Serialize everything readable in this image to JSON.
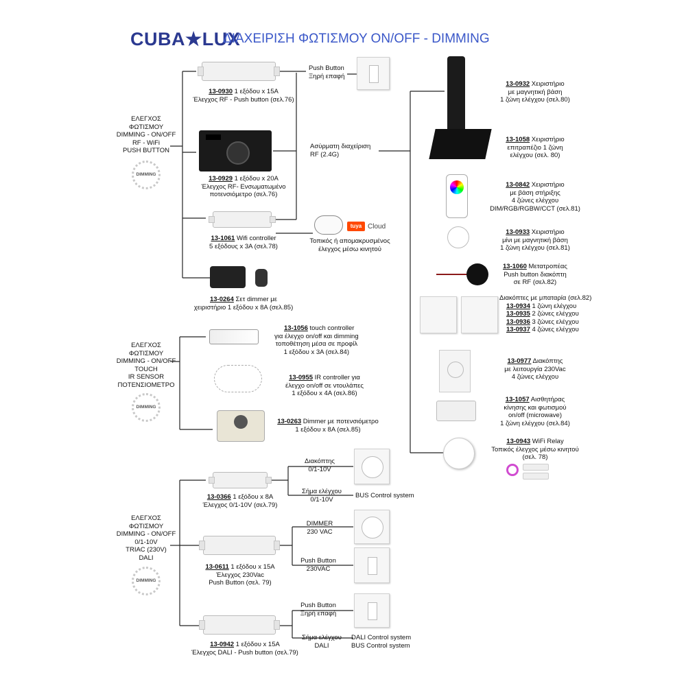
{
  "header": {
    "brand": "CUBA★LUX",
    "title": "ΔΙΑΧΕΙΡΙΣΗ ΦΩΤΙΣΜΟΥ ON/OFF - DIMMING"
  },
  "badge_label": "DIMMING",
  "groups": [
    {
      "lines": [
        "ΕΛΕΓΧΟΣ",
        "ΦΩΤΙΣΜΟΥ",
        "DIMMING - ON/OFF",
        "RF - WiFi",
        "PUSH BUTTON"
      ]
    },
    {
      "lines": [
        "ΕΛΕΓΧΟΣ",
        "ΦΩΤΙΣΜΟΥ",
        "DIMMING - ON/OFF",
        "TOUCH",
        "IR SENSOR",
        "ΠΟΤΕΝΣΙΟΜΕΤΡΟ"
      ]
    },
    {
      "lines": [
        "ΕΛΕΓΧΟΣ",
        "ΦΩΤΙΣΜΟΥ",
        "DIMMING - ON/OFF",
        "0/1-10V",
        "TRIAC (230V)",
        "DALI"
      ]
    }
  ],
  "products": [
    {
      "code": "13-0930",
      "l1": " 1 εξόδου x 15A",
      "l2": "Έλεγχος RF - Push button (σελ.76)"
    },
    {
      "code": "13-0929",
      "l1": " 1 εξόδου x 20A",
      "l2": "Έλεγχος RF- Ενσωματωμένο",
      "l3": "ποτενσιόμετρο (σελ.76)"
    },
    {
      "code": "13-1061",
      "l1": " Wifi controller",
      "l2": "5 εξόδους x 3A (σελ.78)"
    },
    {
      "code": "13-0264",
      "l1": " Σετ dimmer με",
      "l2": "χειριστήριο 1 εξόδου x 8A (σελ.85)"
    },
    {
      "code": "13-1056",
      "l1": " touch controller",
      "l2": "για έλεγχο on/off και dimming",
      "l3": "τοποθέτηση μέσα σε προφίλ",
      "l4": "1 εξόδου x 3A (σελ.84)"
    },
    {
      "code": "13-0955",
      "l1": " IR controller για",
      "l2": "έλεγχο on/off σε ντουλάπες",
      "l3": "1 εξόδου x 4A (σελ.86)"
    },
    {
      "code": "13-0263",
      "l1": " Dimmer με ποτενσιόμετρο",
      "l2": "1 εξόδου x 8A (σελ.85)"
    },
    {
      "code": "13-0366",
      "l1": " 1 εξόδου x 8A",
      "l2": "Έλεγχος 0/1-10V (σελ.79)"
    },
    {
      "code": "13-0611",
      "l1": " 1 εξόδου x 15A",
      "l2": "Έλεγχος 230Vac",
      "l3": "Push Button (σελ. 79)"
    },
    {
      "code": "13-0942",
      "l1": " 1 εξόδου x 15A",
      "l2": "Έλεγχος DALI - Push button (σελ.79)"
    }
  ],
  "connections": {
    "push_button": [
      "Push Button",
      "Ξηρή επαφή"
    ],
    "wireless": [
      "Ασύρματη διαχείριση",
      "RF (2.4G)"
    ],
    "tuya": "Cloud",
    "tuya_brand": "tuya",
    "remote_mobile": [
      "Τοπικός ή απομακρυσμένος",
      "έλεγχος μέσω κινητού"
    ],
    "switch_010": [
      "Διακόπτης",
      "0/1-10V"
    ],
    "signal_010": [
      "Σήμα ελέγχου",
      "0/1-10V"
    ],
    "bus": "BUS Control system",
    "dimmer_230": [
      "DIMMER",
      "230 VAC"
    ],
    "push_230": [
      "Push Button",
      "230VAC"
    ],
    "push_dali": [
      "Push Button",
      "Ξηρή επαφή"
    ],
    "signal_dali": [
      "Σήμα ελέγχου",
      "DALI"
    ],
    "dali_systems": [
      "DALI Control system",
      "BUS Control system"
    ]
  },
  "remotes": [
    {
      "code": "13-0932",
      "l1": " Χειριστήριο",
      "l2": "με μαγνητική βάση",
      "l3": "1 ζώνη ελέγχου (σελ.80)"
    },
    {
      "code": "13-1058",
      "l1": " Χειριστήριο",
      "l2": "επιτραπέζιο 1 ζώνη",
      "l3": "ελέγχου (σελ. 80)"
    },
    {
      "code": "13-0842",
      "l1": " Χειριστήριο",
      "l2": "με βάση στήριξης",
      "l3": "4 ζώνες ελέγχου",
      "l4": "DIM/RGB/RGBW/CCT (σελ.81)"
    },
    {
      "code": "13-0933",
      "l1": " Χειριστήριο",
      "l2": "μίνι με μαγνητική βάση",
      "l3": "1 ζώνη ελέγχου (σελ.81)"
    },
    {
      "code": "13-1060",
      "l1": " Μετατροπέας",
      "l2": "Push button διακόπτη",
      "l3": "σε RF (σελ.82)"
    },
    {
      "code": "13-0977",
      "l1": " Διακόπτης",
      "l2": "με λειτουργία 230Vac",
      "l3": "4 ζώνες ελέγχου"
    },
    {
      "code": "13-1057",
      "l1": " Αισθητήρας",
      "l2": "κίνησης και φωτισμού",
      "l3": "on/off (microwave)",
      "l4": "1 ζώνη ελέγχου (σελ.84)"
    },
    {
      "code": "13-0943",
      "l1": " WiFi Relay",
      "l2": "Τοπικός έλεγχος μέσω κινητού",
      "l3": "(σελ. 78)"
    }
  ],
  "battery_switches": {
    "heading": "Διακόπτες με μπαταρία (σελ.82)",
    "items": [
      {
        "code": "13-0934",
        "text": "  1  ζώνη ελέγχου"
      },
      {
        "code": "13-0935",
        "text": " 2 ζώνες ελέγχου"
      },
      {
        "code": "13-0936",
        "text": " 3 ζώνες ελέγχου"
      },
      {
        "code": "13-0937",
        "text": "  4 ζώνες ελέγχου"
      }
    ]
  },
  "colors": {
    "brand": "#2b3990",
    "title": "#3a57c8",
    "wire": "#222222",
    "tuya": "#ff4800"
  }
}
